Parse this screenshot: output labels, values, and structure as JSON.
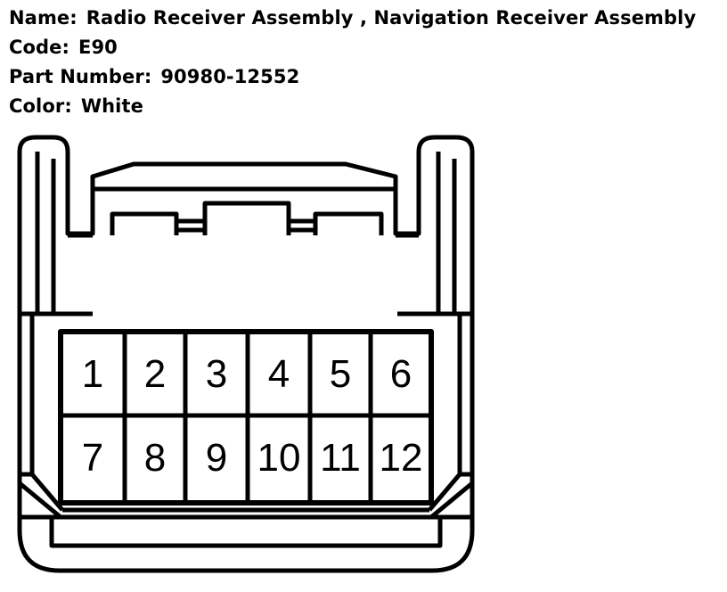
{
  "info": {
    "name_label": "Name:",
    "name_value": "Radio Receiver Assembly , Navigation Receiver Assembly",
    "code_label": "Code:",
    "code_value": "E90",
    "part_label": "Part Number:",
    "part_value": "90980-12552",
    "color_label": "Color:",
    "color_value": "White"
  },
  "connector": {
    "pins_row1": [
      "1",
      "2",
      "3",
      "4",
      "5",
      "6"
    ],
    "pins_row2": [
      "7",
      "8",
      "9",
      "10",
      "11",
      "12"
    ]
  }
}
